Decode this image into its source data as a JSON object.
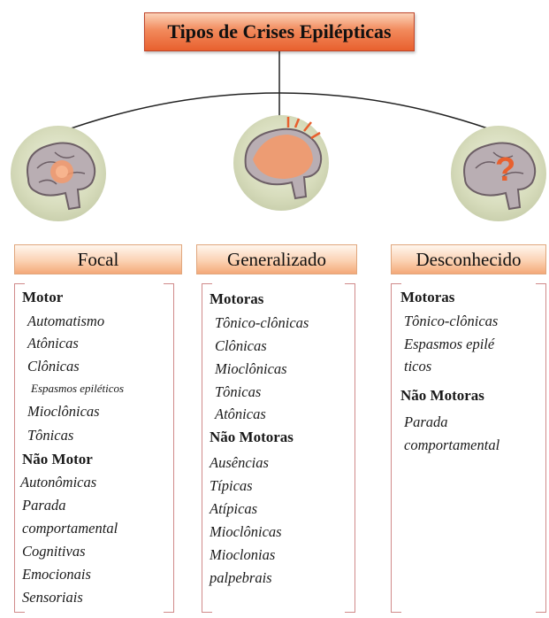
{
  "title": "Tipos de Crises Epilépticas",
  "columns": [
    {
      "heading": "Focal",
      "brain_icon": "brain-focal-seizure-icon",
      "lines": [
        {
          "text": "Motor",
          "style": "b"
        },
        {
          "text": "Automatismo",
          "style": "i"
        },
        {
          "text": "Atônicas",
          "style": "i"
        },
        {
          "text": "Clônicas",
          "style": "i"
        },
        {
          "text": "Espasmos epiléticos",
          "style": "small"
        },
        {
          "text": "Mioclônicas",
          "style": "i"
        },
        {
          "text": "Tônicas",
          "style": "i"
        },
        {
          "text": "Não Motor",
          "style": "b"
        },
        {
          "text": "Autonômicas",
          "style": "i"
        },
        {
          "text": "Parada",
          "style": "i"
        },
        {
          "text": "comportamental",
          "style": "i"
        },
        {
          "text": "Cognitivas",
          "style": "i"
        },
        {
          "text": "Emocionais",
          "style": "i"
        },
        {
          "text": "Sensoriais",
          "style": "i"
        }
      ]
    },
    {
      "heading": "Generalizado",
      "brain_icon": "brain-generalized-seizure-icon",
      "lines": [
        {
          "text": "Motoras",
          "style": "b"
        },
        {
          "text": "Tônico-clônicas",
          "style": "i"
        },
        {
          "text": "Clônicas",
          "style": "i"
        },
        {
          "text": "Mioclônicas",
          "style": "i"
        },
        {
          "text": "Tônicas",
          "style": "i"
        },
        {
          "text": "Atônicas",
          "style": "i"
        },
        {
          "text": "Não Motoras",
          "style": "b"
        },
        {
          "text": "Ausências",
          "style": "i"
        },
        {
          "text": "Típicas",
          "style": "i"
        },
        {
          "text": "Atípicas",
          "style": "i"
        },
        {
          "text": "Mioclônicas",
          "style": "i"
        },
        {
          "text": "Mioclonias",
          "style": "i"
        },
        {
          "text": "palpebrais",
          "style": "i"
        }
      ]
    },
    {
      "heading": "Desconhecido",
      "brain_icon": "brain-unknown-seizure-icon",
      "lines": [
        {
          "text": "Motoras",
          "style": "b"
        },
        {
          "text": "Tônico-clônicas",
          "style": "i"
        },
        {
          "text": "Espasmos epilé",
          "style": "i"
        },
        {
          "text": "ticos",
          "style": "i"
        },
        {
          "text": "Não Motoras",
          "style": "b"
        },
        {
          "text": "Parada",
          "style": "i"
        },
        {
          "text": "comportamental",
          "style": "i"
        }
      ]
    }
  ],
  "unknown_mark": "?",
  "colors": {
    "accent": "#e8602e",
    "border": "#d08a8a",
    "brain": "#7a6a70",
    "burst": "#f39a6c"
  }
}
